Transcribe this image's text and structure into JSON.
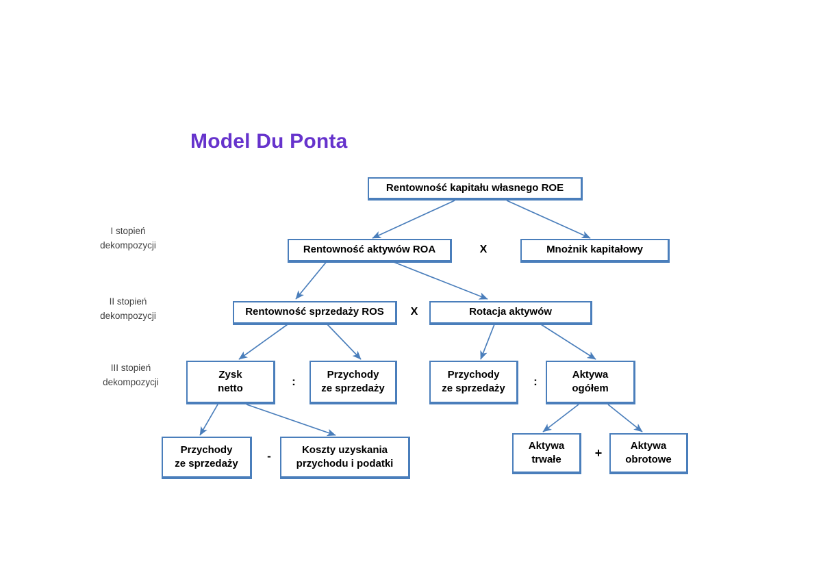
{
  "title": "Model Du Ponta",
  "title_color": "#6633CC",
  "box_border_color": "#4A7EBB",
  "connector_color": "#4A7EBB",
  "stage_labels": [
    {
      "line1": "I stopień",
      "line2": "dekompozycji"
    },
    {
      "line1": "II stopień",
      "line2": "dekompozycji"
    },
    {
      "line1": "III stopień",
      "line2": "dekompozycji"
    }
  ],
  "nodes": {
    "roe": "Rentowność kapitału własnego ROE",
    "roa": "Rentowność aktywów ROA",
    "mnoznik": "Mnożnik kapitałowy",
    "ros": "Rentowność sprzedaży ROS",
    "rotacja": "Rotacja aktywów",
    "zysk_netto_l1": "Zysk",
    "zysk_netto_l2": "netto",
    "przychody_a_l1": "Przychody",
    "przychody_a_l2": "ze sprzedaży",
    "przychody_b_l1": "Przychody",
    "przychody_b_l2": "ze sprzedaży",
    "aktywa_ogolem_l1": "Aktywa",
    "aktywa_ogolem_l2": "ogółem",
    "przychody_c_l1": "Przychody",
    "przychody_c_l2": "ze sprzedaży",
    "koszty_l1": "Koszty uzyskania",
    "koszty_l2": "przychodu i podatki",
    "aktywa_trwale_l1": "Aktywa",
    "aktywa_trwale_l2": "trwałe",
    "aktywa_obrotowe_l1": "Aktywa",
    "aktywa_obrotowe_l2": "obrotowe"
  },
  "operators": {
    "level1_multiply": "X",
    "level2_multiply": "X",
    "ros_divide": ":",
    "rotacja_divide": ":",
    "zysk_minus": "-",
    "aktywa_plus": "+"
  }
}
